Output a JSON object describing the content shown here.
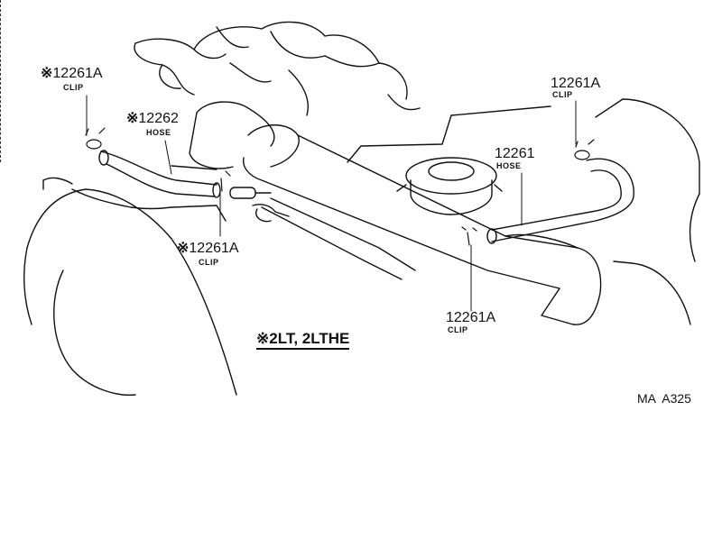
{
  "labels": {
    "clip_top_left": {
      "mark": "※",
      "part": "12261A",
      "sub": "CLIP"
    },
    "hose_left": {
      "mark": "※",
      "part": "12262",
      "sub": "HOSE"
    },
    "clip_mid_left": {
      "mark": "※",
      "part": "12261A",
      "sub": "CLIP"
    },
    "clip_top_right": {
      "part": "12261A",
      "sub": "CLIP"
    },
    "hose_right": {
      "part": "12261",
      "sub": "HOSE"
    },
    "clip_bottom": {
      "part": "12261A",
      "sub": "CLIP"
    }
  },
  "note": {
    "mark": "※",
    "text": "2LT, 2LTHE"
  },
  "figure_code": "MA  A325",
  "colors": {
    "ink": "#111111",
    "paper": "#ffffff"
  },
  "icons": [
    "hose-clamp-icon"
  ]
}
